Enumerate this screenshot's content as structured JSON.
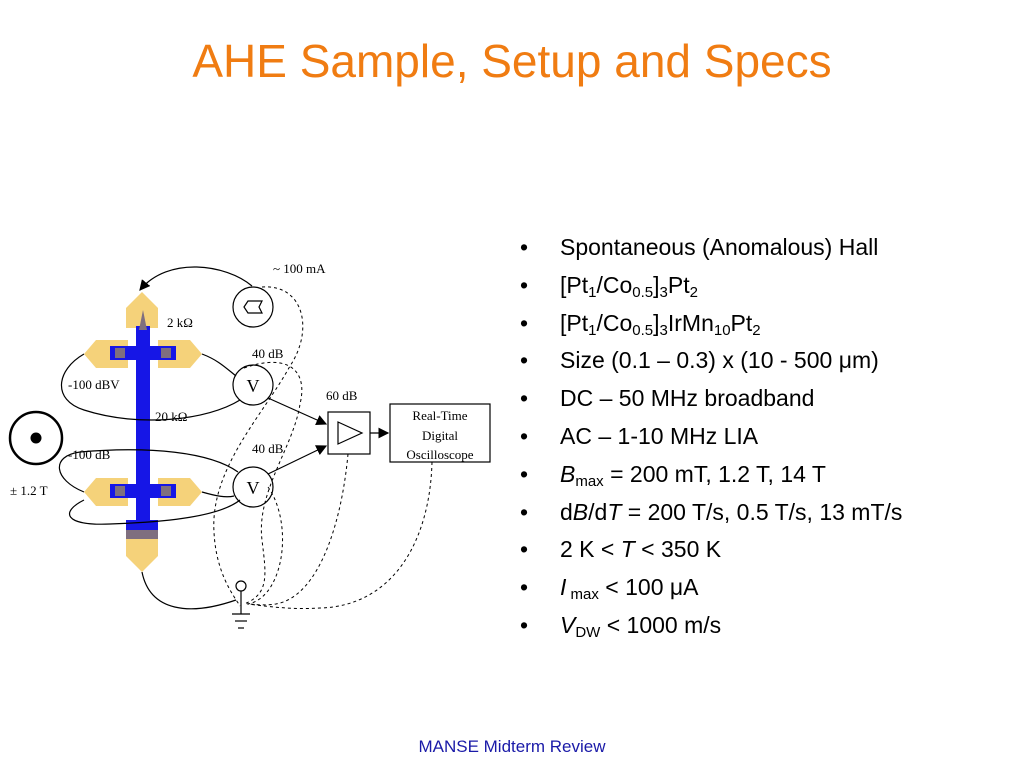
{
  "title": "AHE Sample, Setup and Specs",
  "footer": "MANSE Midterm Review",
  "colors": {
    "title": "#f07c12",
    "footer": "#1a1aa8",
    "pad_fill": "#f5d27a",
    "hall_bar": "#1616e6",
    "contact": "#7f6f7f"
  },
  "diagram": {
    "current_label": "~ 100 mA",
    "resistor_top_label": "2 kΩ",
    "amp_top_gain": "40 dB",
    "cmrr_top_label": "-100 dBV",
    "resistor_mid_label": "20 kΩ",
    "amp_main_gain": "60 dB",
    "amp_bottom_gain": "40 dB",
    "cmrr_bottom_label": "-100 dB",
    "field_label": "± 1.2 T",
    "voltmeter_top": "V",
    "voltmeter_bottom": "V",
    "scope_lines": [
      "Real-Time",
      "Digital",
      "Oscilloscope"
    ]
  },
  "bullets": {
    "b1": "Spontaneous (Anomalous) Hall",
    "b2": {
      "a": "[Pt",
      "s1": "1",
      "b": "/Co",
      "s2": "0.5",
      "c": "]",
      "s3": "3",
      "d": "Pt",
      "s4": "2"
    },
    "b3": {
      "a": "[Pt",
      "s1": "1",
      "b": "/Co",
      "s2": "0.5",
      "c": "]",
      "s3": "3",
      "d": "IrMn",
      "s4": "10",
      "e": "Pt",
      "s5": "2"
    },
    "b4": "Size (0.1 – 0.3) x (10 - 500 μm)",
    "b5": "DC – 50 MHz broadband",
    "b6": "AC – 1-10 MHz LIA",
    "b7": {
      "var": "B",
      "sub": "max",
      "rest": " = 200 mT, 1.2 T, 14 T"
    },
    "b8": {
      "d1": "d",
      "v1": "B",
      "slash": "/d",
      "v2": "T",
      "rest": " = 200 T/s, 0.5 T/s, 13 mT/s"
    },
    "b9": {
      "pre": "2 K < ",
      "var": "T",
      "post": " < 350 K"
    },
    "b10": {
      "var": "I",
      "sub": " max",
      "rest": " < 100 μA"
    },
    "b11": {
      "var": "V",
      "sub": "DW",
      "rest": " < 1000 m/s"
    }
  }
}
